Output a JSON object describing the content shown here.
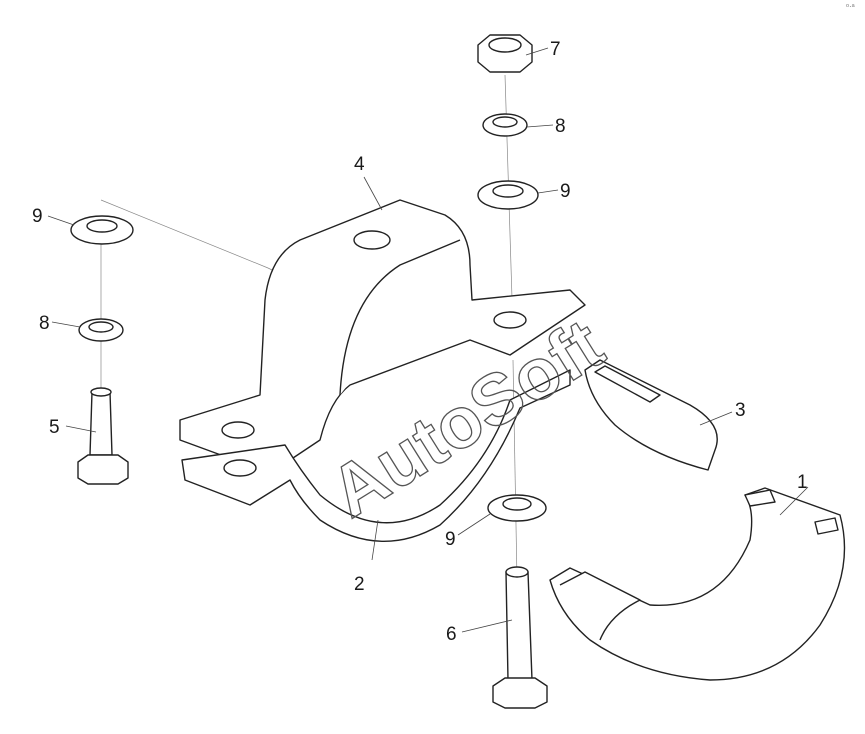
{
  "diagram": {
    "watermark": "AutoSoft",
    "corner_mark": "ᵒ·ᵃ",
    "callouts": [
      {
        "id": "1",
        "label": "1"
      },
      {
        "id": "2",
        "label": "2"
      },
      {
        "id": "3",
        "label": "3"
      },
      {
        "id": "4",
        "label": "4"
      },
      {
        "id": "5",
        "label": "5"
      },
      {
        "id": "6",
        "label": "6"
      },
      {
        "id": "7",
        "label": "7"
      },
      {
        "id": "8a",
        "label": "8"
      },
      {
        "id": "8b",
        "label": "8"
      },
      {
        "id": "9a",
        "label": "9"
      },
      {
        "id": "9b",
        "label": "9"
      },
      {
        "id": "9c",
        "label": "9"
      }
    ]
  },
  "colors": {
    "stroke": "#222222",
    "background": "#ffffff",
    "watermark": "#555555"
  }
}
